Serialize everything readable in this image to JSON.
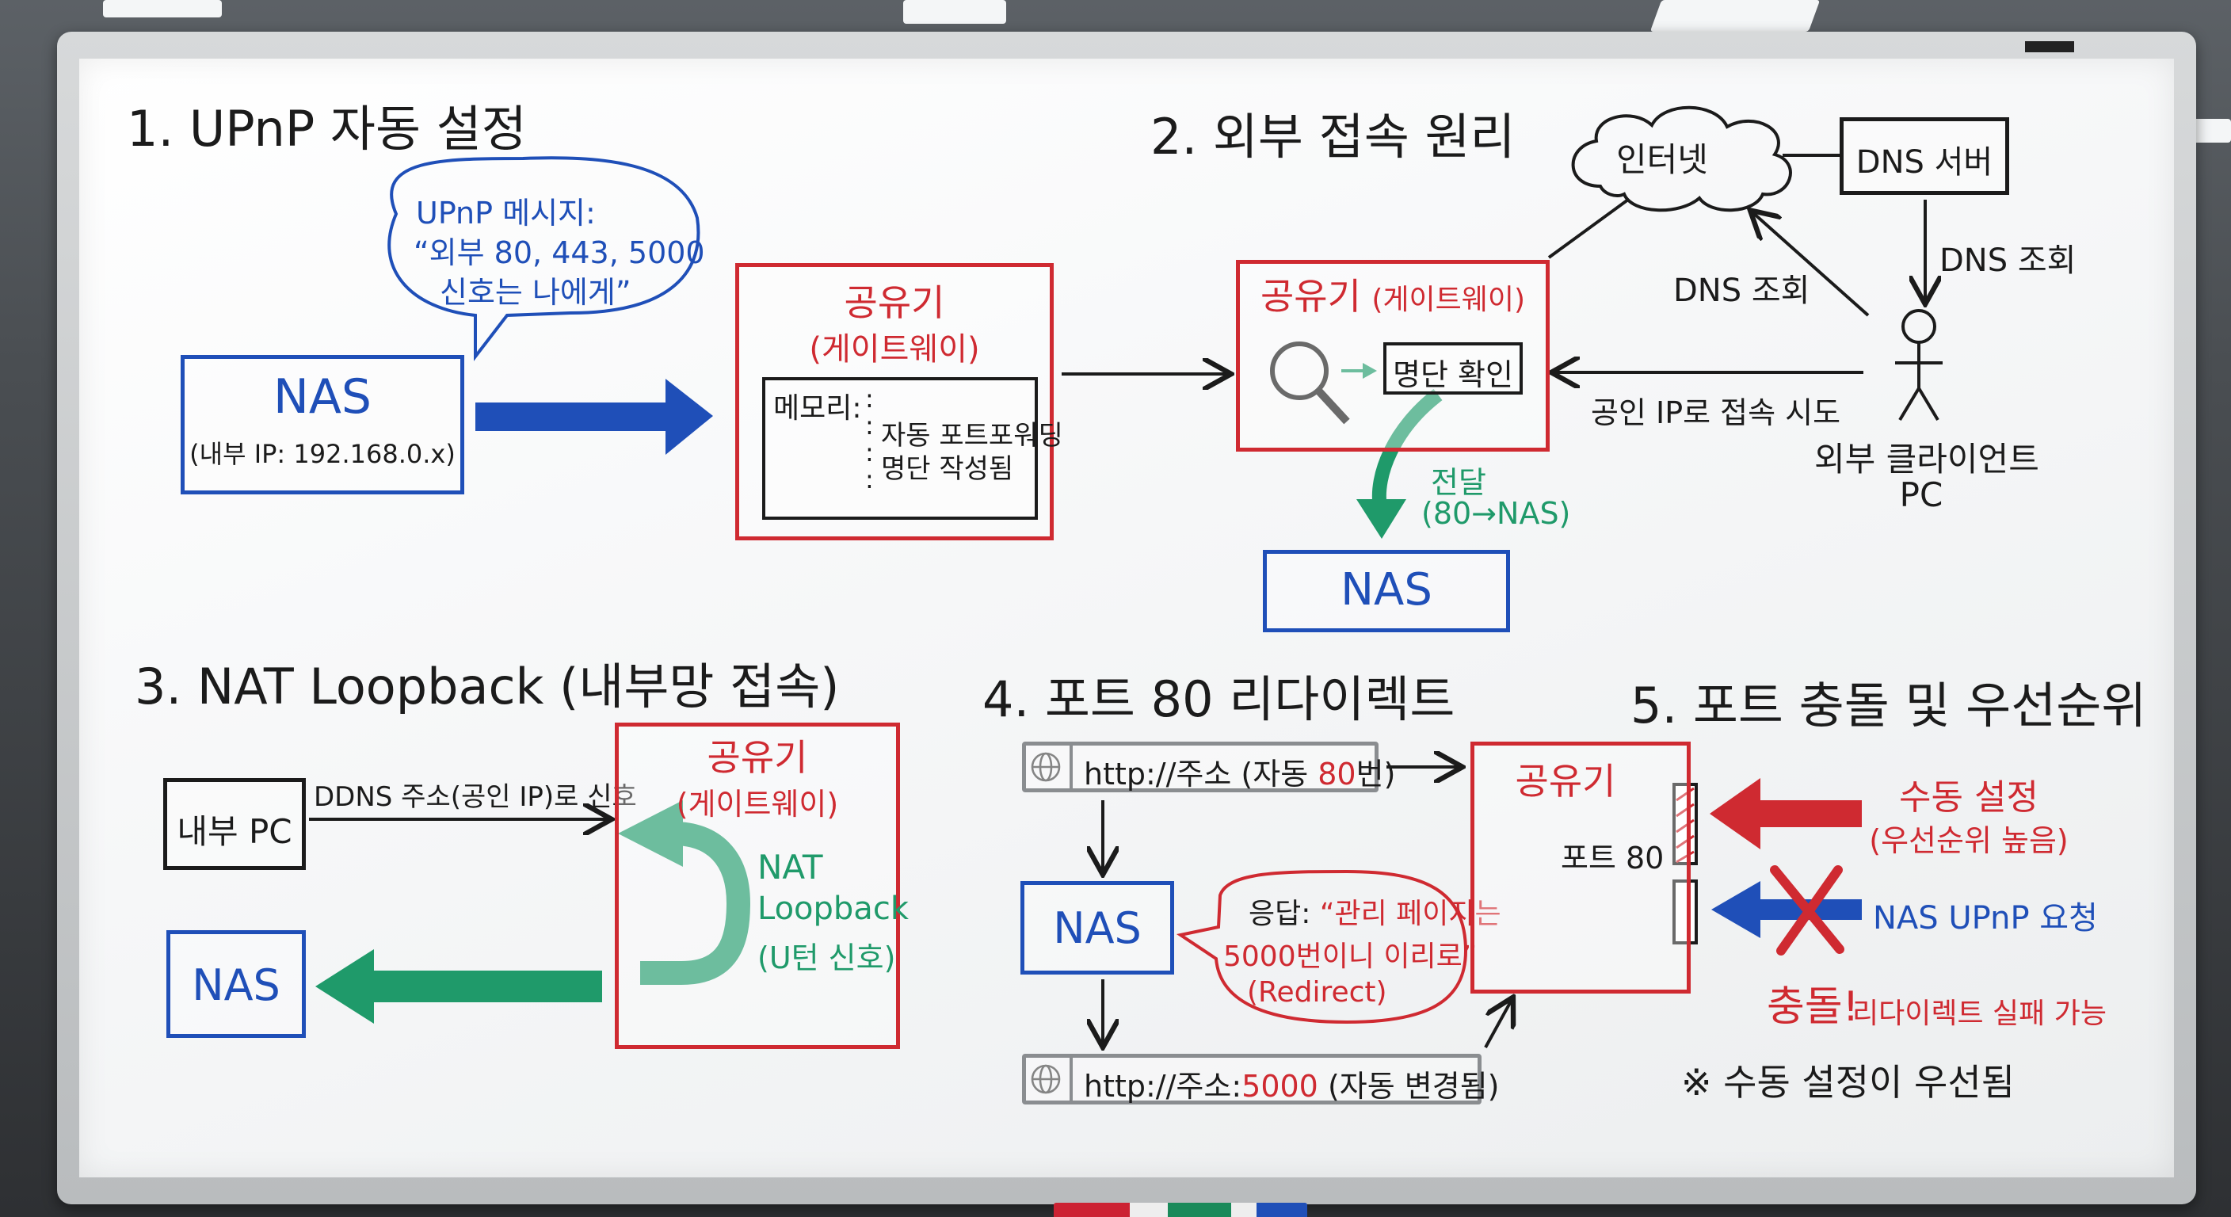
{
  "s1": {
    "title": "1. UPnP 자동 설정",
    "bubble_l1": "UPnP 메시지:",
    "bubble_l2": "“외부 80, 443, 5000",
    "bubble_l3": "신호는 나에게”",
    "nas": "NAS",
    "nas_ip": "(내부 IP: 192.168.0.x)",
    "router": "공유기",
    "gateway": "(게이트웨이)",
    "memory": "메모리:",
    "mem_l1": "자동 포트포워딩",
    "mem_l2": "명단 작성됨"
  },
  "s2": {
    "title": "2. 외부 접속 원리",
    "internet": "인터넷",
    "dns_server": "DNS 서버",
    "dns_lookup_left": "DNS 조회",
    "dns_lookup_right": "DNS 조회",
    "router": "공유기",
    "gateway": "(게이트웨이)",
    "check": "명단 확인",
    "public_ip": "공인 IP로 접속 시도",
    "client_l1": "외부 클라이언트",
    "client_l2": "PC",
    "deliver_l1": "전달",
    "deliver_l2": "(80→NAS)",
    "nas": "NAS"
  },
  "s3": {
    "title": "3. NAT Loopback (내부망 접속)",
    "internal_pc": "내부 PC",
    "ddns": "DDNS 주소(공인 IP)로 신호",
    "router": "공유기",
    "gateway": "(게이트웨이)",
    "nat_l1": "NAT",
    "nat_l2": "Loopback",
    "nat_l3": "(U턴 신호)",
    "nas": "NAS"
  },
  "s4": {
    "title": "4. 포트 80 리다이렉트",
    "url1_a": "http://주소 (자동 ",
    "url1_b": "80",
    "url1_c": "번)",
    "nas": "NAS",
    "resp_l1a": "응답: ",
    "resp_l1b": "“관리 페이지는",
    "resp_l2": "5000번이니 이리로”",
    "resp_l3": "(Redirect)",
    "url2_a": "http://주소:",
    "url2_b": "5000",
    "url2_c": " (자동 변경됨)"
  },
  "s5": {
    "title": "5. 포트 충돌 및 우선순위",
    "router": "공유기",
    "port": "포트 80",
    "manual_l1": "수동 설정",
    "manual_l2": "(우선순위 높음)",
    "upnp_req": "NAS UPnP 요청",
    "conflict": "충돌!",
    "conflict_desc": "리다이렉트 실패 가능",
    "note": "※ 수동 설정이 우선됨"
  },
  "colors": {
    "blue": "#1f4fb8",
    "red": "#cf2a31",
    "green": "#1f9a6a",
    "black": "#1b1b1b"
  }
}
